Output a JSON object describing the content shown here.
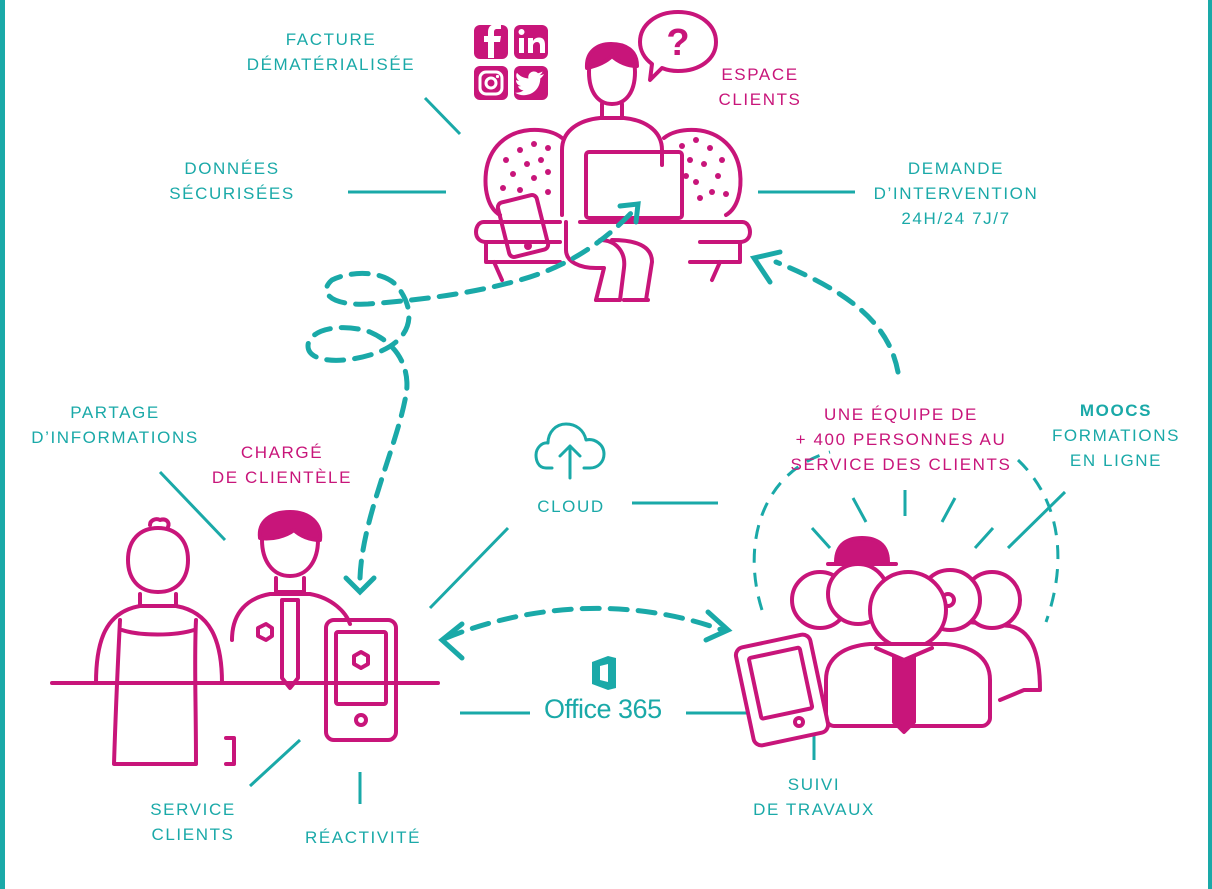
{
  "colors": {
    "teal": "#1aa9a8",
    "magenta": "#c8157a"
  },
  "labels": {
    "facture": [
      "FACTURE",
      "DÉMATÉRIALISÉE"
    ],
    "espace_clients": [
      "ESPACE",
      "CLIENTS"
    ],
    "donnees": [
      "DONNÉES",
      "SÉCURISÉES"
    ],
    "demande": [
      "DEMANDE",
      "D’INTERVENTION",
      "24H/24 7J/7"
    ],
    "partage": [
      "PARTAGE",
      "D’INFORMATIONS"
    ],
    "charge": [
      "CHARGÉ",
      "DE CLIENTÈLE"
    ],
    "cloud": "CLOUD",
    "equipe": [
      "UNE ÉQUIPE DE",
      "+ 400 PERSONNES AU",
      "SERVICE DES CLIENTS"
    ],
    "moocs_title": "MOOCS",
    "moocs": [
      "FORMATIONS",
      "EN LIGNE"
    ],
    "service_clients": [
      "SERVICE",
      "CLIENTS"
    ],
    "reactivite": "RÉACTIVITÉ",
    "suivi": [
      "SUIVI",
      "DE TRAVAUX"
    ],
    "office": "Office 365"
  },
  "icons": [
    "facebook-icon",
    "linkedin-icon",
    "instagram-icon",
    "twitter-icon",
    "question-bubble-icon",
    "cloud-upload-icon",
    "office-icon"
  ]
}
